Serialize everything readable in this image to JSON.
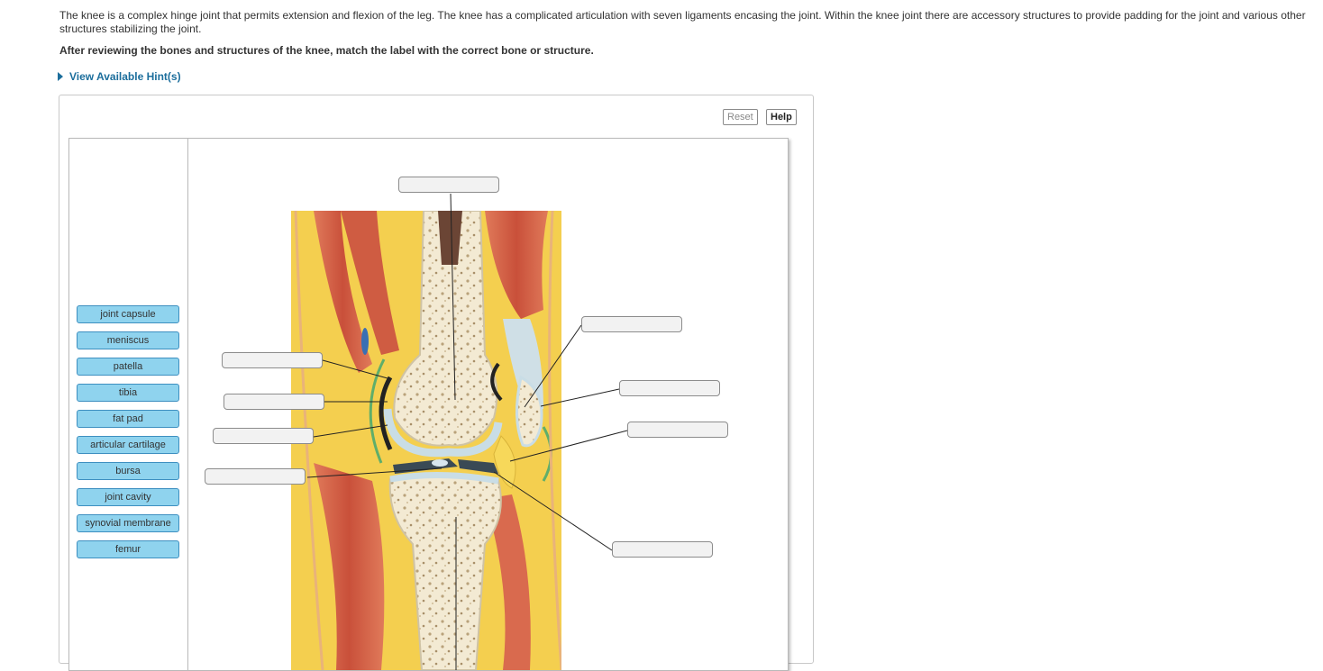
{
  "intro_text": "The knee is a complex hinge joint that permits extension and flexion of the leg. The knee has a complicated articulation with seven ligaments encasing the joint. Within the knee joint there are accessory structures to provide padding for the joint and various other structures stabilizing the joint.",
  "instruction": "After reviewing the bones and structures of the knee, match the label with the correct bone or structure.",
  "hint_link": "View Available Hint(s)",
  "toolbar": {
    "reset_label": "Reset",
    "help_label": "Help"
  },
  "labels": [
    "joint capsule",
    "meniscus",
    "patella",
    "tibia",
    "fat pad",
    "articular cartilage",
    "bursa",
    "joint cavity",
    "synovial membrane",
    "femur"
  ],
  "colors": {
    "chip_fill": "#8fd3ee",
    "chip_border": "#3d8fc0",
    "link": "#1c6e9c",
    "muscle": "#d9654a",
    "fat": "#f4cf4f",
    "bone": "#f3ead3",
    "cartilage": "#c9dde6"
  }
}
